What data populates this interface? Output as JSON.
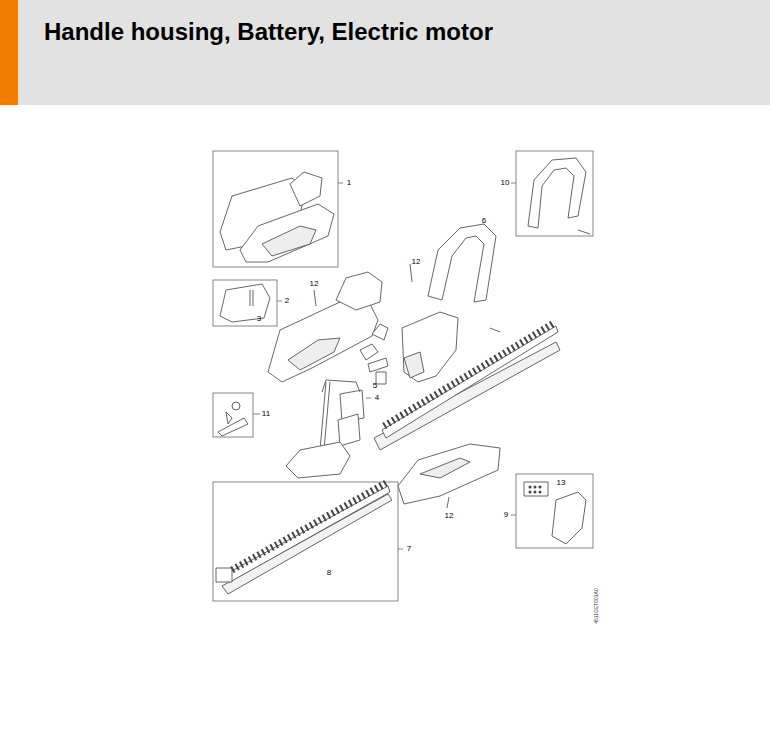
{
  "diagram": {
    "title": "Handle housing, Battery, Electric motor",
    "labels": [
      "1",
      "10",
      "6",
      "12",
      "12",
      "2",
      "3",
      "5",
      "4",
      "11",
      "13",
      "12",
      "9",
      "7",
      "8",
      "4511GET001A0"
    ]
  }
}
